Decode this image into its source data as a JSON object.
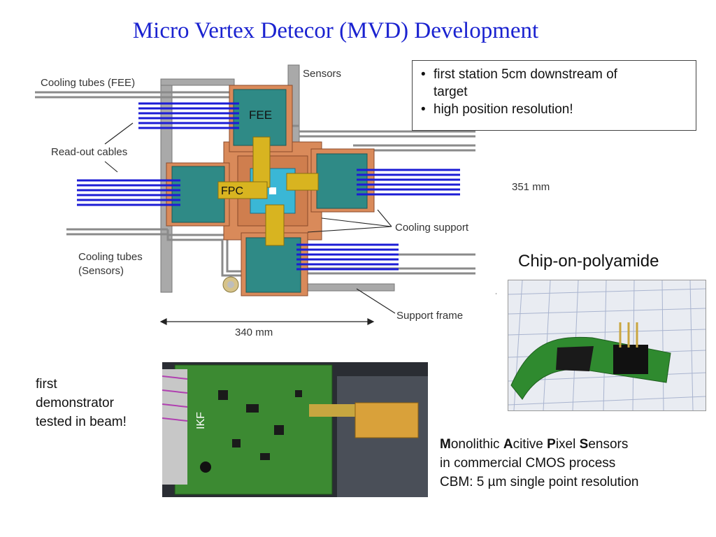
{
  "slide": {
    "title": "Micro Vertex Detecor (MVD) Development"
  },
  "diagram": {
    "labels": {
      "cooling_tubes_fee": "Cooling tubes (FEE)",
      "sensors": "Sensors",
      "fee": "FEE",
      "read_out_cables": "Read-out cables",
      "fpc": "FPC",
      "cooling_support": "Cooling support",
      "cooling_tubes_sensors_1": "Cooling tubes",
      "cooling_tubes_sensors_2": "(Sensors)",
      "support_frame": "Support frame",
      "width_dim": "340 mm",
      "height_dim": "351 mm"
    }
  },
  "bullets": {
    "item1_line1": "first station 5cm downstream of",
    "item1_line2": "target",
    "item2": "high position resolution!"
  },
  "chip": {
    "caption": "Chip-on-polyamide",
    "photo_icon": "chip-on-polyamide-photo"
  },
  "board": {
    "photo_icon": "demonstrator-board-photo",
    "logo_text": "IKF"
  },
  "demonstrator": {
    "line1": "first",
    "line2": "demonstrator",
    "line3": "tested in beam!"
  },
  "maps": {
    "m": "M",
    "onolithic": "onolithic ",
    "a": "A",
    "citive": "citive ",
    "p": "P",
    "ixel": "ixel ",
    "s": "S",
    "ensors": "ensors",
    "line2": "in commercial CMOS process",
    "line3": "CBM: 5 µm single point resolution"
  },
  "colors": {
    "title": "#1a22d0",
    "sensor_teal": "#2f8a86",
    "copper": "#d98a5a",
    "fpc_yellow": "#d8b420",
    "cable_blue": "#1c1cd6",
    "frame_grey": "#a9a9a9"
  }
}
